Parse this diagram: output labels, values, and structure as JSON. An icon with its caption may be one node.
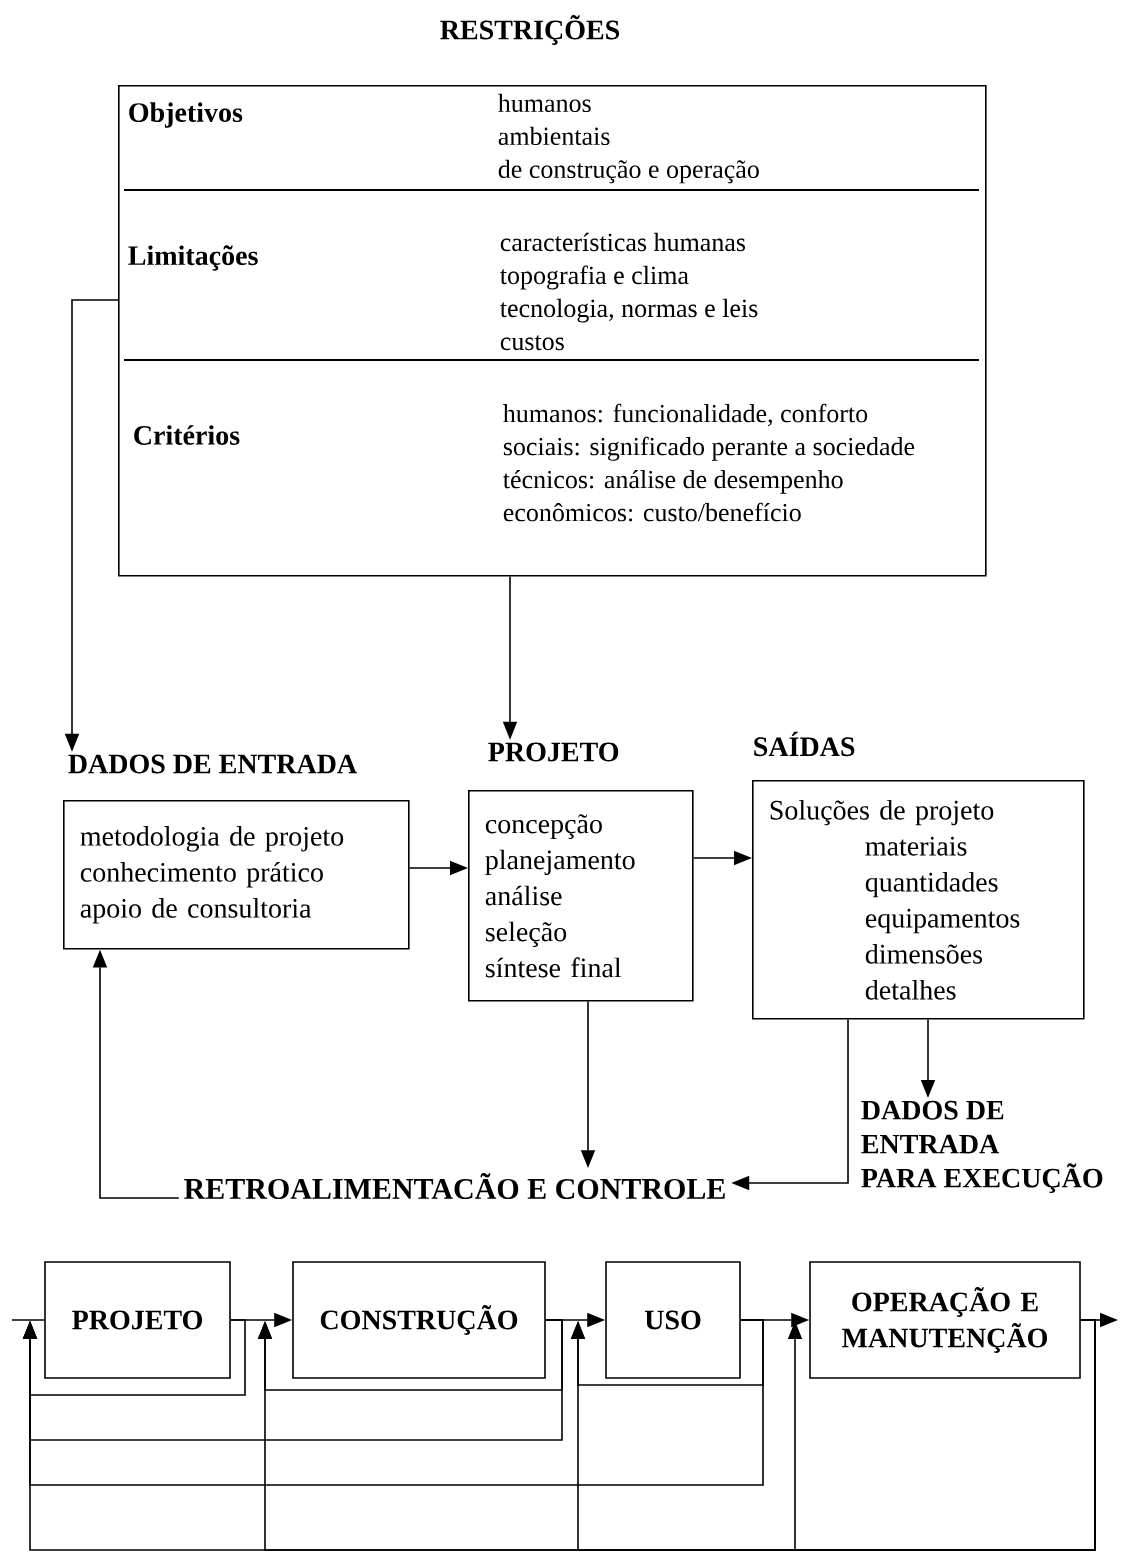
{
  "diagram": {
    "nodes": [
      {
        "text": [
          "RESTRIÇÕES",
          "Objetivos",
          "humanos",
          "ambientais",
          "de construção e operação",
          "Limitações",
          "características humanas",
          "topografia e clima",
          "tecnologia, normas e leis",
          "custos",
          "Critérios",
          "humanos: funcionalidade, conforto",
          "sociais: significado perante a sociedade",
          "técnicos: análise de desempenho",
          "econômicos: custo/benefício"
        ]
      },
      {
        "text": [
          "DADOS DE ENTRADA",
          "metodologia de projeto",
          "conhecimento prático",
          "apoio de consultoria"
        ]
      },
      {
        "text": [
          "PROJETO",
          "concepção",
          "planejamento",
          "análise",
          "seleção",
          "síntese final"
        ]
      },
      {
        "text": [
          "SAÍDAS",
          "Soluções de projeto",
          "materiais",
          "quantidades",
          "equipamentos",
          "dimensões",
          "detalhes"
        ]
      },
      {
        "text": [
          "DADOS DE",
          "ENTRADA",
          "PARA EXECUÇÃO"
        ]
      },
      {
        "text": [
          "RETROALIMENTACÃO E CONTROLE"
        ]
      },
      {
        "text": [
          "PROJETO"
        ]
      },
      {
        "text": [
          "CONSTRUÇÃO"
        ]
      },
      {
        "text": [
          "USO"
        ]
      },
      {
        "text": [
          "OPERAÇÃO E MANUTENÇÃO"
        ]
      }
    ],
    "edges": [
      {
        "from": 0,
        "to": 1,
        "arrow": "to"
      },
      {
        "from": 0,
        "to": 2,
        "arrow": "to"
      },
      {
        "from": 1,
        "to": 2,
        "arrow": "to"
      },
      {
        "from": 2,
        "to": 3,
        "arrow": "to"
      },
      {
        "from": 3,
        "to": 4,
        "arrow": "to"
      },
      {
        "from": 2,
        "to": 5,
        "arrow": "to"
      },
      {
        "from": 3,
        "to": 5,
        "arrow": "to"
      },
      {
        "from": 5,
        "to": 1,
        "arrow": "to"
      },
      {
        "from": null,
        "to": 6,
        "arrow": "none"
      },
      {
        "from": 6,
        "to": 7,
        "arrow": "to"
      },
      {
        "from": 7,
        "to": 8,
        "arrow": "to"
      },
      {
        "from": 8,
        "to": 9,
        "arrow": "to"
      },
      {
        "from": 9,
        "to": null,
        "arrow": "to"
      },
      {
        "from": 6,
        "to": 6,
        "arrow": "to"
      },
      {
        "from": 7,
        "to": 7,
        "arrow": "to"
      },
      {
        "from": 7,
        "to": 6,
        "arrow": "to"
      },
      {
        "from": 8,
        "to": 8,
        "arrow": "to"
      },
      {
        "from": 8,
        "to": 6,
        "arrow": "to"
      },
      {
        "from": 9,
        "to": 9,
        "arrow": "to"
      },
      {
        "from": 9,
        "to": 8,
        "arrow": "to"
      },
      {
        "from": 9,
        "to": 7,
        "arrow": "to"
      },
      {
        "from": 9,
        "to": 6,
        "arrow": "to"
      }
    ]
  }
}
